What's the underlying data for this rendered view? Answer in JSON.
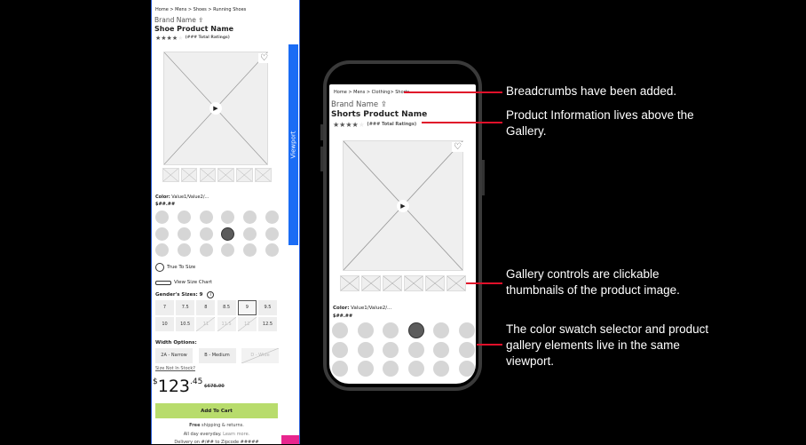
{
  "left_panel": {
    "breadcrumb": "Home > Mens > Shoes >  Running  Shoes",
    "brand": "Brand Name",
    "title": "Shoe Product Name",
    "stars": "★★★★",
    "star_empty": "★",
    "rating_count": "(### Total Ratings)",
    "rating": 4,
    "color_label": "Color:",
    "color_value": " Value1/Value2/...",
    "swatch_price": "$##.##",
    "selected_swatch": 9,
    "true_to_size": "True To Size",
    "view_size_chart": "View Size Chart",
    "sizes_label": "Gender's Sizes: 9",
    "sizes": [
      {
        "v": "7"
      },
      {
        "v": "7.5"
      },
      {
        "v": "8"
      },
      {
        "v": "8.5"
      },
      {
        "v": "9",
        "sel": true
      },
      {
        "v": "9.5"
      },
      {
        "v": "10"
      },
      {
        "v": "10.5"
      },
      {
        "v": "11",
        "na": true
      },
      {
        "v": "11.5",
        "na": true
      },
      {
        "v": "12",
        "na": true
      },
      {
        "v": "12.5"
      }
    ],
    "width_label": "Width Options:",
    "widths": [
      {
        "v": "2A - Narrow"
      },
      {
        "v": "B - Medium"
      },
      {
        "v": "D - Wide",
        "na": true
      }
    ],
    "size_not_in_stock": "Size Not In Stock?",
    "price_currency": "$",
    "price_whole": "123",
    "price_cents": ".45",
    "price_old": "$678.90",
    "add_to_cart": "Add To Cart",
    "shipping_bold": "Free",
    "shipping_rest": " shipping & returns.",
    "all_day": "All day everyday. ",
    "learn_more": "Learn more.",
    "delivery": "Delivery on #/## to Zipcode #####",
    "viewport_label": "Viewport",
    "viewport_color": "#1a6cf5",
    "accent_pink": "#e8268e",
    "cart_color": "#b8dc6c"
  },
  "phone": {
    "breadcrumb": "Home > Mens > Clothing>  Shorts",
    "brand": "Brand Name",
    "title": "Shorts Product Name",
    "stars": "★★★★",
    "star_empty": "★",
    "rating_count": "(### Total Ratings)",
    "color_label": "Color:",
    "color_value": " Value1/Value2/...",
    "swatch_price": "$##.##",
    "selected_swatch": 3
  },
  "annotations": [
    "Breadcrumbs have been added.",
    "Product Information lives above the Gallery.",
    "Gallery controls are clickable thumbnails of the product image.",
    "The color swatch selector and product gallery elements live in the same viewport."
  ],
  "annotation_line_color": "#e0102a"
}
